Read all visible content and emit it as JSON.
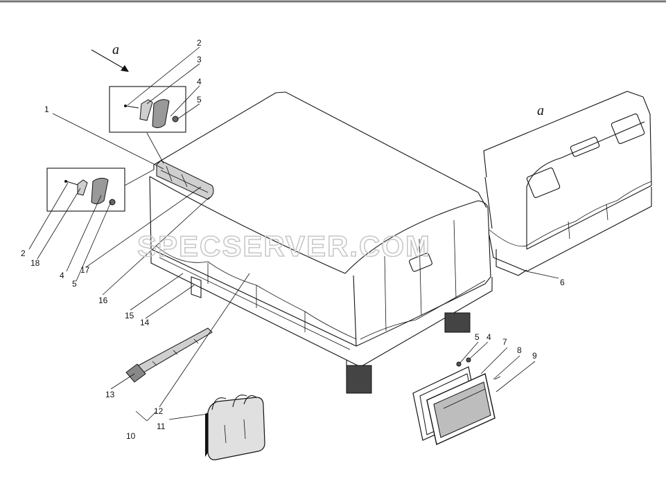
{
  "watermark": "SPECSERVER.COM",
  "view_letter_arrow": "a",
  "view_letter_detail": "a",
  "callouts": {
    "c1": "1",
    "c2_top": "2",
    "c3": "3",
    "c4_top": "4",
    "c5_top": "5",
    "c2_left": "2",
    "c18": "18",
    "c4_left": "4",
    "c5_left": "5",
    "c17": "17",
    "c16": "16",
    "c15": "15",
    "c14": "14",
    "c13": "13",
    "c12": "12",
    "c11": "11",
    "c10": "10",
    "c6": "6",
    "c5_win": "5",
    "c4_win": "4",
    "c7": "7",
    "c8": "8",
    "c9": "9"
  }
}
